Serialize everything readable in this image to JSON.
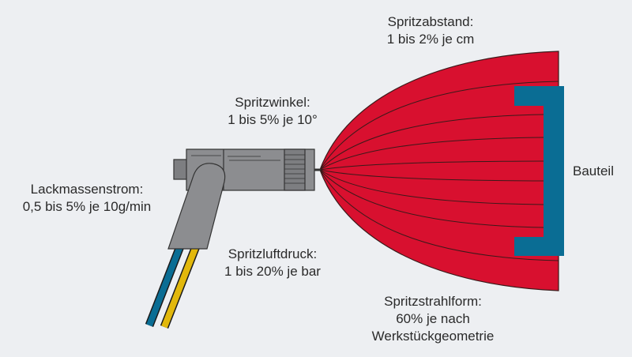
{
  "labels": {
    "spray_distance": {
      "title": "Spritzabstand:",
      "value": "1 bis 2% je cm"
    },
    "spray_angle": {
      "title": "Spritzwinkel:",
      "value": "1 bis 5% je 10°"
    },
    "paint_flow": {
      "title": "Lackmassenstrom:",
      "value": "0,5 bis 5% je 10g/min"
    },
    "air_pressure": {
      "title": "Spritzluftdruck:",
      "value": "1 bis 20% je bar"
    },
    "spray_shape": {
      "title": "Spritzstrahlform:",
      "value": "60% je nach",
      "value2": "Werkstückgeometrie"
    },
    "part": "Bauteil"
  },
  "colors": {
    "spray": "#d8102f",
    "part": "#0a6d94",
    "gun": "#8c8d90",
    "hose_blue": "#0a6d94",
    "hose_yellow": "#e2b80c",
    "background": "#edeff2"
  }
}
